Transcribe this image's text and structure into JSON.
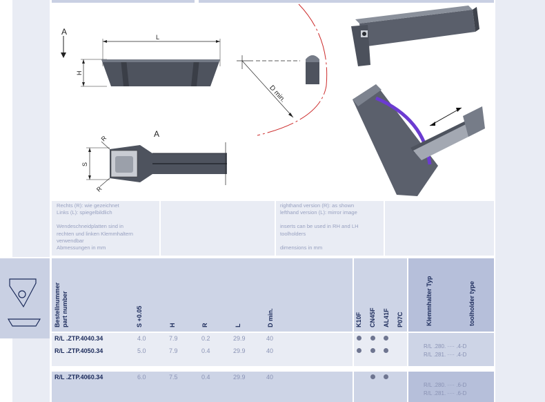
{
  "drawing": {
    "label_a_top": "A",
    "label_l": "L",
    "label_h": "H",
    "label_dmin": "D min.",
    "label_a_mid": "A",
    "label_s": "S",
    "label_r_top": "R",
    "label_r_bottom": "R"
  },
  "notes": {
    "de_lines": [
      "Rechts (R): wie gezeichnet",
      "Links (L): spiegelbildlich",
      "",
      "Wendeschneidplatten sind in",
      "rechten und linken Klemmhaltern",
      "verwendbar",
      "Abmessungen in mm"
    ],
    "en_lines": [
      "righthand version (R): as shown",
      "lefthand version (L): mirror image",
      "",
      "inserts can be used in RH and LH",
      "toolholders",
      "",
      "dimensions in mm"
    ]
  },
  "table": {
    "headers": {
      "part_de": "Bestellnummer",
      "part_en": "part number",
      "s": "S +0.05",
      "h": "H",
      "r": "R",
      "l": "L",
      "dmin": "D min.",
      "k10f": "K10F",
      "cn45f": "CN45F",
      "al41f": "AL41F",
      "p07c": "P07C",
      "holder_de": "Klemmhalter Typ",
      "holder_en": "toolholder type"
    },
    "rows": [
      {
        "code": "R/L .ZTP.4040.34",
        "s": "4.0",
        "h": "7.9",
        "r": "0.2",
        "l": "29.9",
        "dmin": "40"
      },
      {
        "code": "R/L .ZTP.4050.34",
        "s": "5.0",
        "h": "7.9",
        "r": "0.4",
        "l": "29.9",
        "dmin": "40"
      },
      {
        "code": "R/L .ZTP.4060.34",
        "s": "6.0",
        "h": "7.5",
        "r": "0.4",
        "l": "29.9",
        "dmin": "40"
      }
    ],
    "holders_group1": [
      "R/L .280. ···· .4-D",
      "R/L .281. ···· .4-D"
    ],
    "holders_group2": [
      "R/L .280. ···· .6-D",
      "R/L .281. ···· .6-D"
    ]
  }
}
